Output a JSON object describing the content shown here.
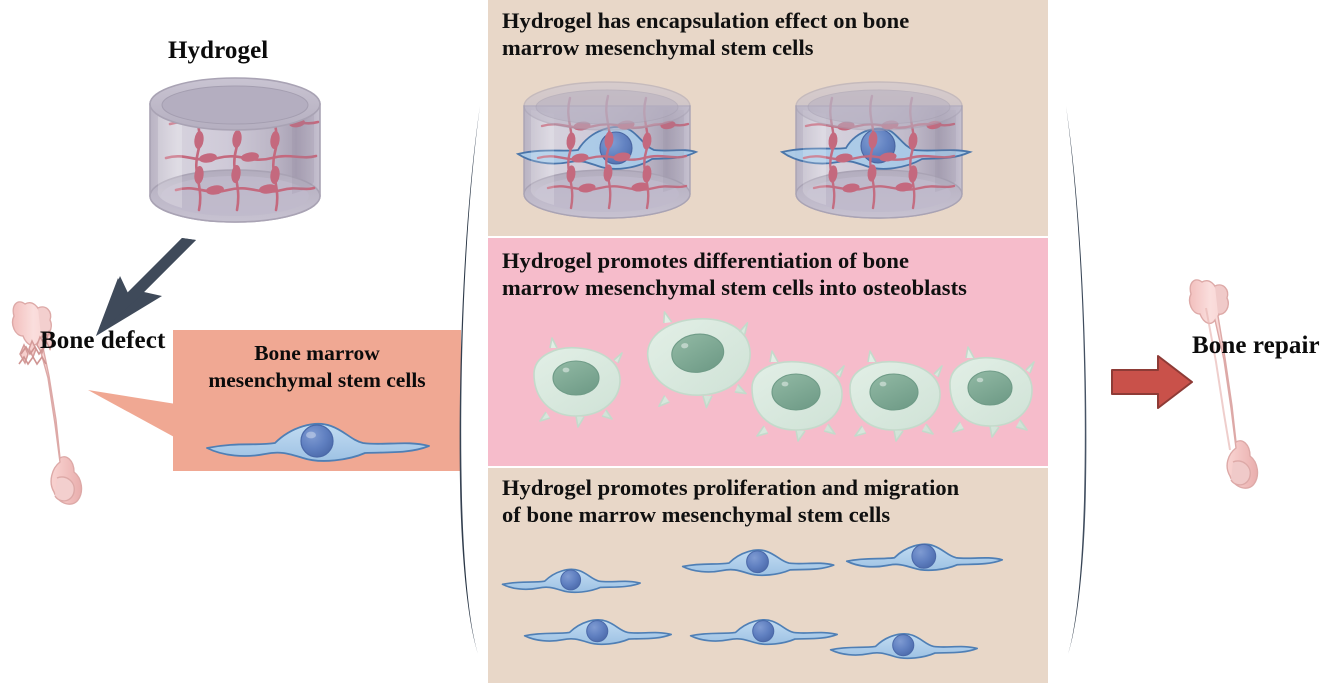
{
  "figure": {
    "type": "scientific-schematic",
    "background": "#ffffff"
  },
  "left": {
    "hydrogel_label": "Hydrogel",
    "bone_defect_label": "Bone defect",
    "callout": {
      "line1": "Bone marrow",
      "line2": "mesenchymal stem cells",
      "background": "#f0a893"
    },
    "arrow_color": "#3f4a5a"
  },
  "right": {
    "bone_repair_label": "Bone repair",
    "arrow_color": "#c9514a"
  },
  "brackets": {
    "color": "#2f3b4c"
  },
  "panels": [
    {
      "id": "encapsulation",
      "title_line1": "Hydrogel has encapsulation effect on bone",
      "title_line2": "marrow mesenchymal stem cells",
      "background": "#e8d7c8",
      "cell_count": 2,
      "cell_type": "mesenchymal-stem-cell-in-hydrogel"
    },
    {
      "id": "differentiation",
      "title_line1": "Hydrogel promotes differentiation of bone",
      "title_line2": "marrow mesenchymal stem cells into osteoblasts",
      "background": "#f6bccb",
      "cell_count": 5,
      "cell_type": "osteoblast"
    },
    {
      "id": "proliferation",
      "title_line1": "Hydrogel promotes proliferation and migration",
      "title_line2": "of bone marrow mesenchymal stem cells",
      "background": "#e8d7c8",
      "cell_count": 6,
      "cell_type": "mesenchymal-stem-cell"
    }
  ],
  "colors": {
    "hydrogel_body": "#cdc8d4",
    "hydrogel_network": "#c4697e",
    "bone": "#f6cfcd",
    "msc_body": "#abcbe8",
    "msc_nucleus": "#5c7cba",
    "osteoblast_body": "#d8e8dd",
    "osteoblast_nucleus": "#7ba693",
    "panel_beige": "#e8d7c8",
    "panel_pink": "#f6bccb",
    "callout_salmon": "#f0a893",
    "bracket_dark": "#2f3b4c",
    "arrow_dark": "#3f4a5a",
    "arrow_red": "#c9514a"
  }
}
